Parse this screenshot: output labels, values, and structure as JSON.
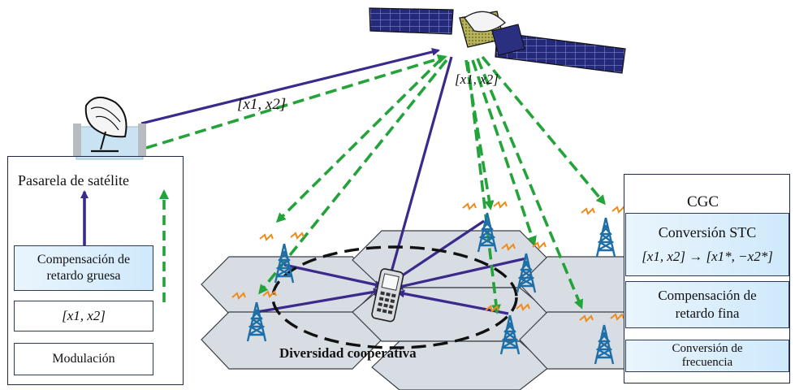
{
  "gateway": {
    "title": "Pasarela de satélite",
    "comp_line1": "Compensación de",
    "comp_line2": "retardo gruesa",
    "signal": "[x1, x2]",
    "modulation": "Modulación"
  },
  "link_labels": {
    "gateway_link": "[x1, x2]",
    "satellite": "[x1, x2]"
  },
  "cgc": {
    "title": "CGC",
    "stc_title": "Conversión STC",
    "stc_formula": "[x1, x2] → [x1*, −x2*]",
    "fine_line1": "Compensación de",
    "fine_line2": "retardo fina",
    "freq_line1": "Conversión de",
    "freq_line2": "frecuencia"
  },
  "cooperative_label": "Diversidad cooperativa",
  "colors": {
    "purple_link": "#3b2a8c",
    "green_link": "#23a33a",
    "cell_fill": "#d7dde3",
    "box_blue": "#cfe9fb",
    "tower_blue": "#1e6fa8",
    "spark": "#f08a1c"
  }
}
